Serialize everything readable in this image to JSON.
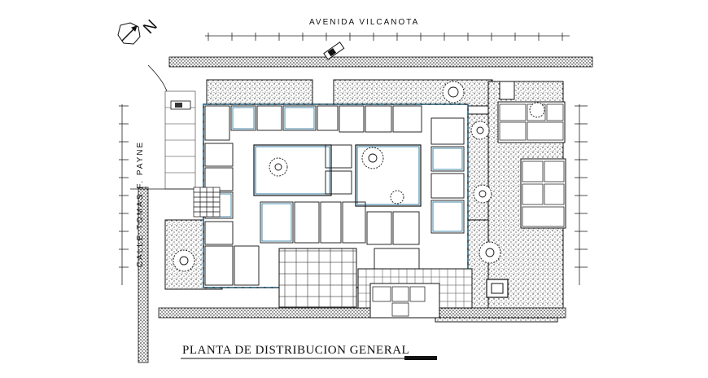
{
  "streets": {
    "top": "AVENIDA VILCANOTA",
    "left": "CALLE TOMAS F. PAYNE"
  },
  "north_arrow": {
    "letter": "N"
  },
  "title": "PLANTA DE DISTRIBUCION GENERAL",
  "colors": {
    "wall_accent": "#1a6f99",
    "line": "#111111",
    "hatch": "#222222",
    "background": "#ffffff"
  }
}
